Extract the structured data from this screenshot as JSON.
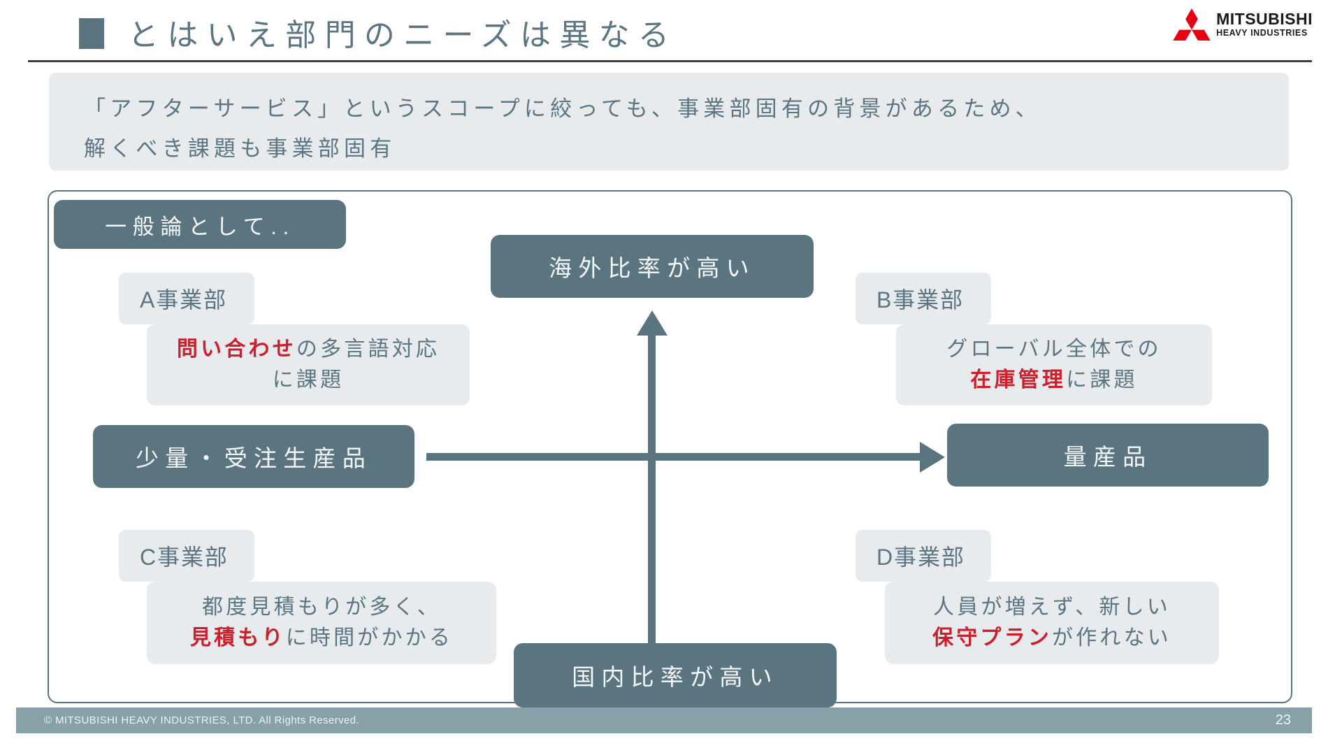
{
  "slide": {
    "title": "とはいえ部門のニーズは異なる",
    "page_number": "23",
    "footer_copyright": "© MITSUBISHI HEAVY INDUSTRIES, LTD.  All Rights Reserved."
  },
  "logo": {
    "brand": "MITSUBISHI",
    "sub": "HEAVY INDUSTRIES",
    "mark": "mitsubishi-three-diamonds",
    "mark_color": "#e60012",
    "text_color": "#1a1a1a"
  },
  "lead": {
    "line1": "「アフターサービス」というスコープに絞っても、事業部固有の背景があるため、",
    "line2": "解くべき課題も事業部固有"
  },
  "diagram": {
    "frame_label": "一般論として..",
    "axes": {
      "top": "海外比率が高い",
      "bottom": "国内比率が高い",
      "left": "少量・受注生産品",
      "right": "量産品"
    },
    "quadrants": [
      {
        "label": "A事業部",
        "position": "top-left",
        "note": [
          [
            {
              "text": "問い合わせ",
              "em": true
            },
            {
              "text": "の多言語対応",
              "em": false
            }
          ],
          [
            {
              "text": "に課題",
              "em": false
            }
          ]
        ]
      },
      {
        "label": "B事業部",
        "position": "top-right",
        "note": [
          [
            {
              "text": "グローバル全体での",
              "em": false
            }
          ],
          [
            {
              "text": "在庫管理",
              "em": true
            },
            {
              "text": "に課題",
              "em": false
            }
          ]
        ]
      },
      {
        "label": "C事業部",
        "position": "bottom-left",
        "note": [
          [
            {
              "text": "都度見積もりが多く、",
              "em": false
            }
          ],
          [
            {
              "text": "見積もり",
              "em": true
            },
            {
              "text": "に時間がかかる",
              "em": false
            }
          ]
        ]
      },
      {
        "label": "D事業部",
        "position": "bottom-right",
        "note": [
          [
            {
              "text": "人員が増えず、新しい",
              "em": false
            }
          ],
          [
            {
              "text": "保守プラン",
              "em": true
            },
            {
              "text": "が作れない",
              "em": false
            }
          ]
        ]
      }
    ]
  },
  "colors": {
    "slate_text": "#5b7582",
    "dark_chip": "#5a7480",
    "light_chip": "#e8ebed",
    "footer_band": "#87a1a9",
    "accent_red": "#cc1f2c",
    "title_rule": "#3d3f40",
    "logo_red": "#e60012"
  }
}
